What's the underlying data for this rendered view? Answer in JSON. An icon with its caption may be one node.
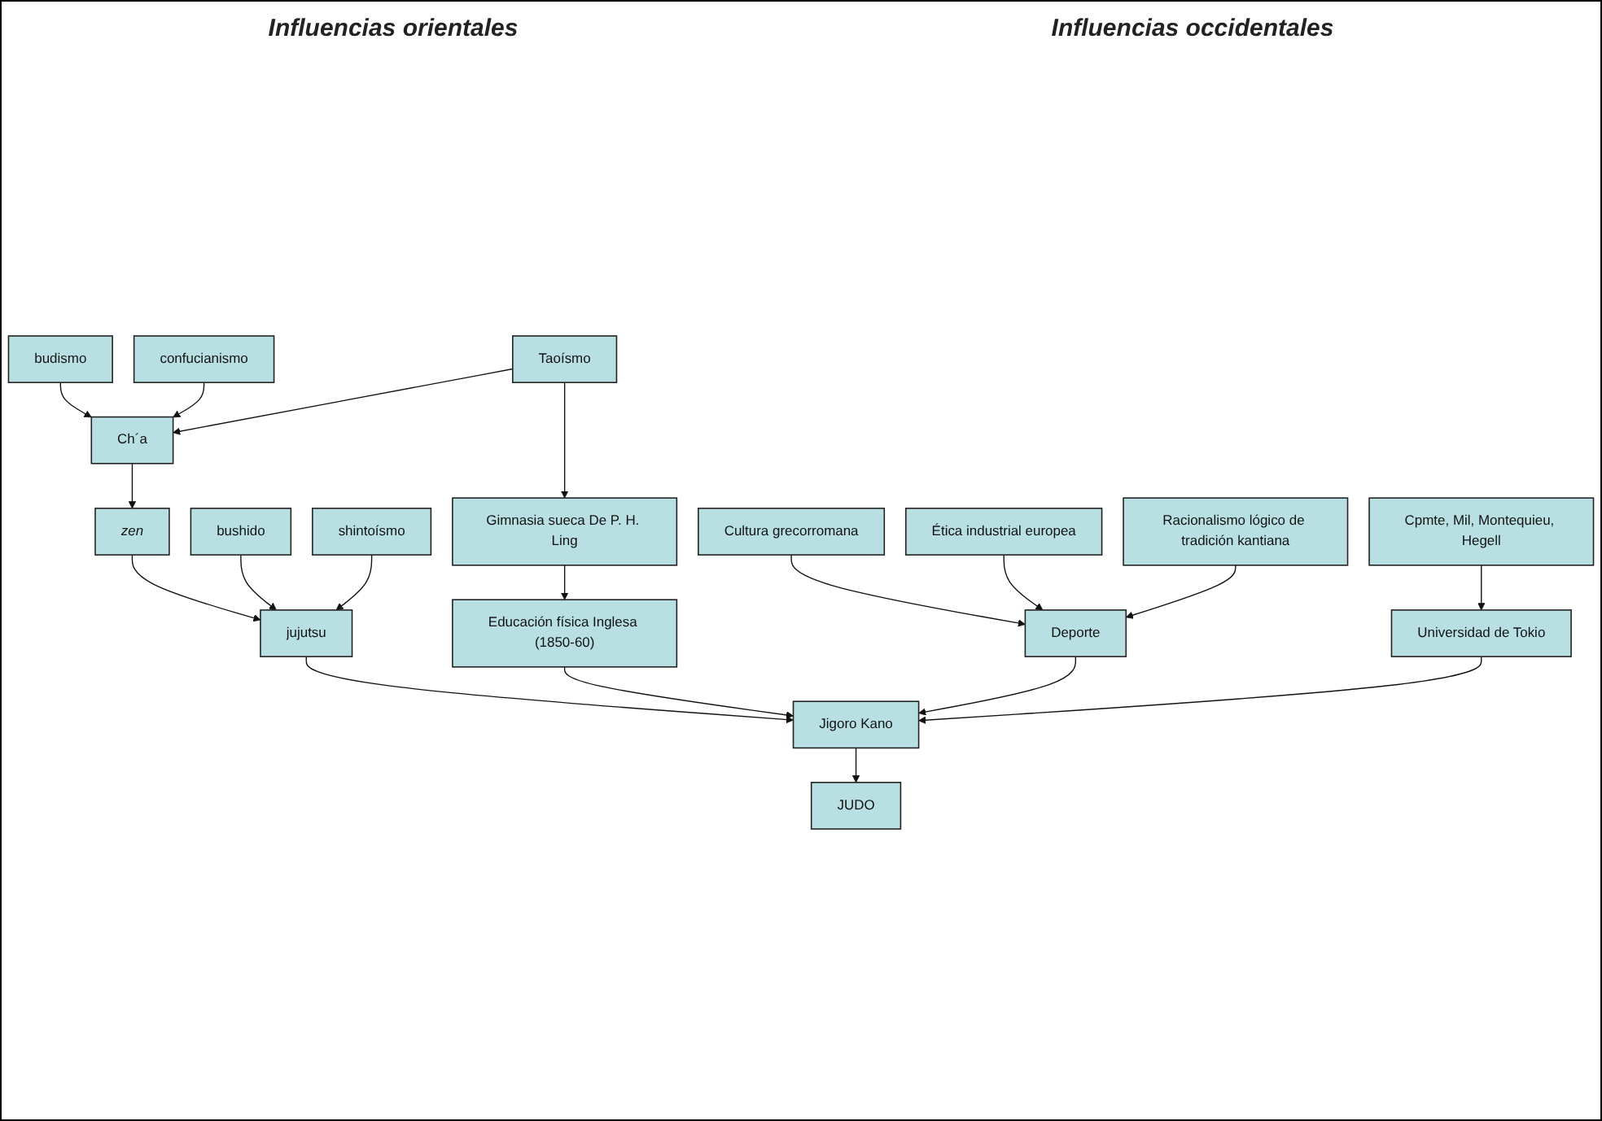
{
  "diagram": {
    "nodes": [
      {
        "text": [
          "budismo"
        ]
      },
      {
        "text": [
          "confucianismo"
        ]
      },
      {
        "text": [
          "Taoísmo"
        ]
      },
      {
        "text": [
          "Cultura grecorromana"
        ]
      },
      {
        "text": [
          "Ética industrial europea"
        ]
      },
      {
        "text": [
          "Racionalismo lógico de tradición kantiana"
        ]
      },
      {
        "text": [
          "Ch´a"
        ]
      },
      {
        "text": [
          "Gimnasia sueca De P. H. Ling"
        ]
      },
      {
        "text": [
          "Deporte"
        ]
      },
      {
        "text": [
          "zen"
        ]
      },
      {
        "text": [
          "jujutsu"
        ]
      },
      {
        "text": [
          "Educación física Inglesa (1850-60)"
        ]
      },
      {
        "text": [
          "bushido"
        ]
      },
      {
        "text": [
          "shintoísmo"
        ]
      },
      {
        "text": [
          "Jigoro Kano"
        ]
      },
      {
        "text": [
          "JUDO"
        ]
      },
      {
        "text": [
          "Universidad de Tokio"
        ]
      },
      {
        "text": [
          "Cpmte, Mil, Montequieu, Hegell"
        ]
      }
    ],
    "edges": [
      {
        "from": 0,
        "to": 6,
        "arrow": "to"
      },
      {
        "from": 1,
        "to": 6,
        "arrow": "to"
      },
      {
        "from": 2,
        "to": 6,
        "arrow": "to"
      },
      {
        "from": 2,
        "to": 7,
        "arrow": "to"
      },
      {
        "from": 3,
        "to": 8,
        "arrow": "to"
      },
      {
        "from": 4,
        "to": 8,
        "arrow": "to"
      },
      {
        "from": 5,
        "to": 8,
        "arrow": "to"
      },
      {
        "from": 6,
        "to": 9,
        "arrow": "to"
      },
      {
        "from": 7,
        "to": 11,
        "arrow": "to"
      },
      {
        "from": 9,
        "to": 10,
        "arrow": "to"
      },
      {
        "from": 12,
        "to": 10,
        "arrow": "to"
      },
      {
        "from": 13,
        "to": 10,
        "arrow": "to"
      },
      {
        "from": 10,
        "to": 14,
        "arrow": "to"
      },
      {
        "from": 11,
        "to": 14,
        "arrow": "to"
      },
      {
        "from": 8,
        "to": 14,
        "arrow": "to"
      },
      {
        "from": 14,
        "to": 15,
        "arrow": "to"
      },
      {
        "from": 16,
        "to": 14,
        "arrow": "to"
      },
      {
        "from": 17,
        "to": 16,
        "arrow": "to"
      }
    ],
    "labels": [
      "Influencias orientales",
      "Influencias occidentales"
    ]
  }
}
